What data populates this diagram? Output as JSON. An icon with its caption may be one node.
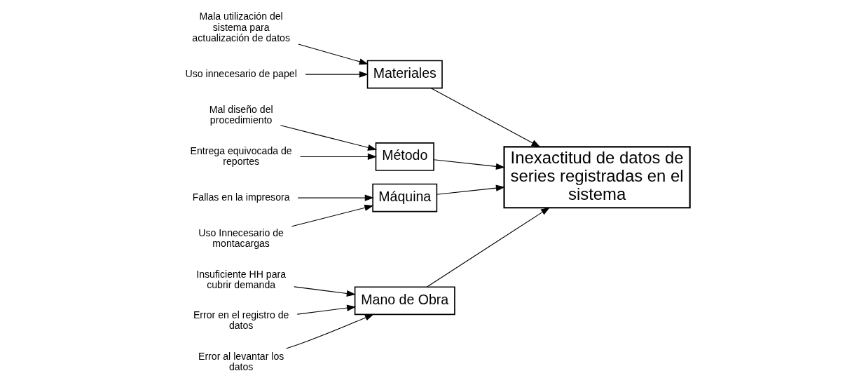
{
  "diagram": {
    "nodes": [
      {
        "text": [
          "Mano de Obra"
        ]
      },
      {
        "text": [
          "Materiales"
        ]
      },
      {
        "text": [
          "Método"
        ]
      },
      {
        "text": [
          "Máquina"
        ]
      },
      {
        "text": [
          "Inexactitud de datos de series registradas en el sistema"
        ]
      },
      {
        "text": [
          "Insuficiente HH para cubrir demanda"
        ]
      },
      {
        "text": [
          "Error en el registro de datos"
        ]
      },
      {
        "text": [
          "Error al levantar los datos"
        ]
      },
      {
        "text": [
          "Mala utilización del sistema para actualización de datos"
        ]
      },
      {
        "text": [
          "Uso innecesario de papel"
        ]
      },
      {
        "text": [
          "Mal diseño del procedimiento"
        ]
      },
      {
        "text": [
          "Entrega equivocada de reportes"
        ]
      },
      {
        "text": [
          "Fallas en la impresora"
        ]
      },
      {
        "text": [
          "Uso Innecesario de montacargas"
        ]
      }
    ],
    "edges": [
      {
        "from": 0,
        "to": 4,
        "arrow": "to"
      },
      {
        "from": 1,
        "to": 4,
        "arrow": "to"
      },
      {
        "from": 2,
        "to": 4,
        "arrow": "to"
      },
      {
        "from": 3,
        "to": 4,
        "arrow": "to"
      },
      {
        "from": 5,
        "to": 0,
        "arrow": "to"
      },
      {
        "from": 6,
        "to": 0,
        "arrow": "to"
      },
      {
        "from": 7,
        "to": 0,
        "arrow": "to"
      },
      {
        "from": 8,
        "to": 1,
        "arrow": "to"
      },
      {
        "from": 9,
        "to": 1,
        "arrow": "to"
      },
      {
        "from": 10,
        "to": 2,
        "arrow": "to"
      },
      {
        "from": 11,
        "to": 2,
        "arrow": "to"
      },
      {
        "from": 12,
        "to": 3,
        "arrow": "to"
      },
      {
        "from": 13,
        "to": 3,
        "arrow": "to"
      }
    ]
  }
}
